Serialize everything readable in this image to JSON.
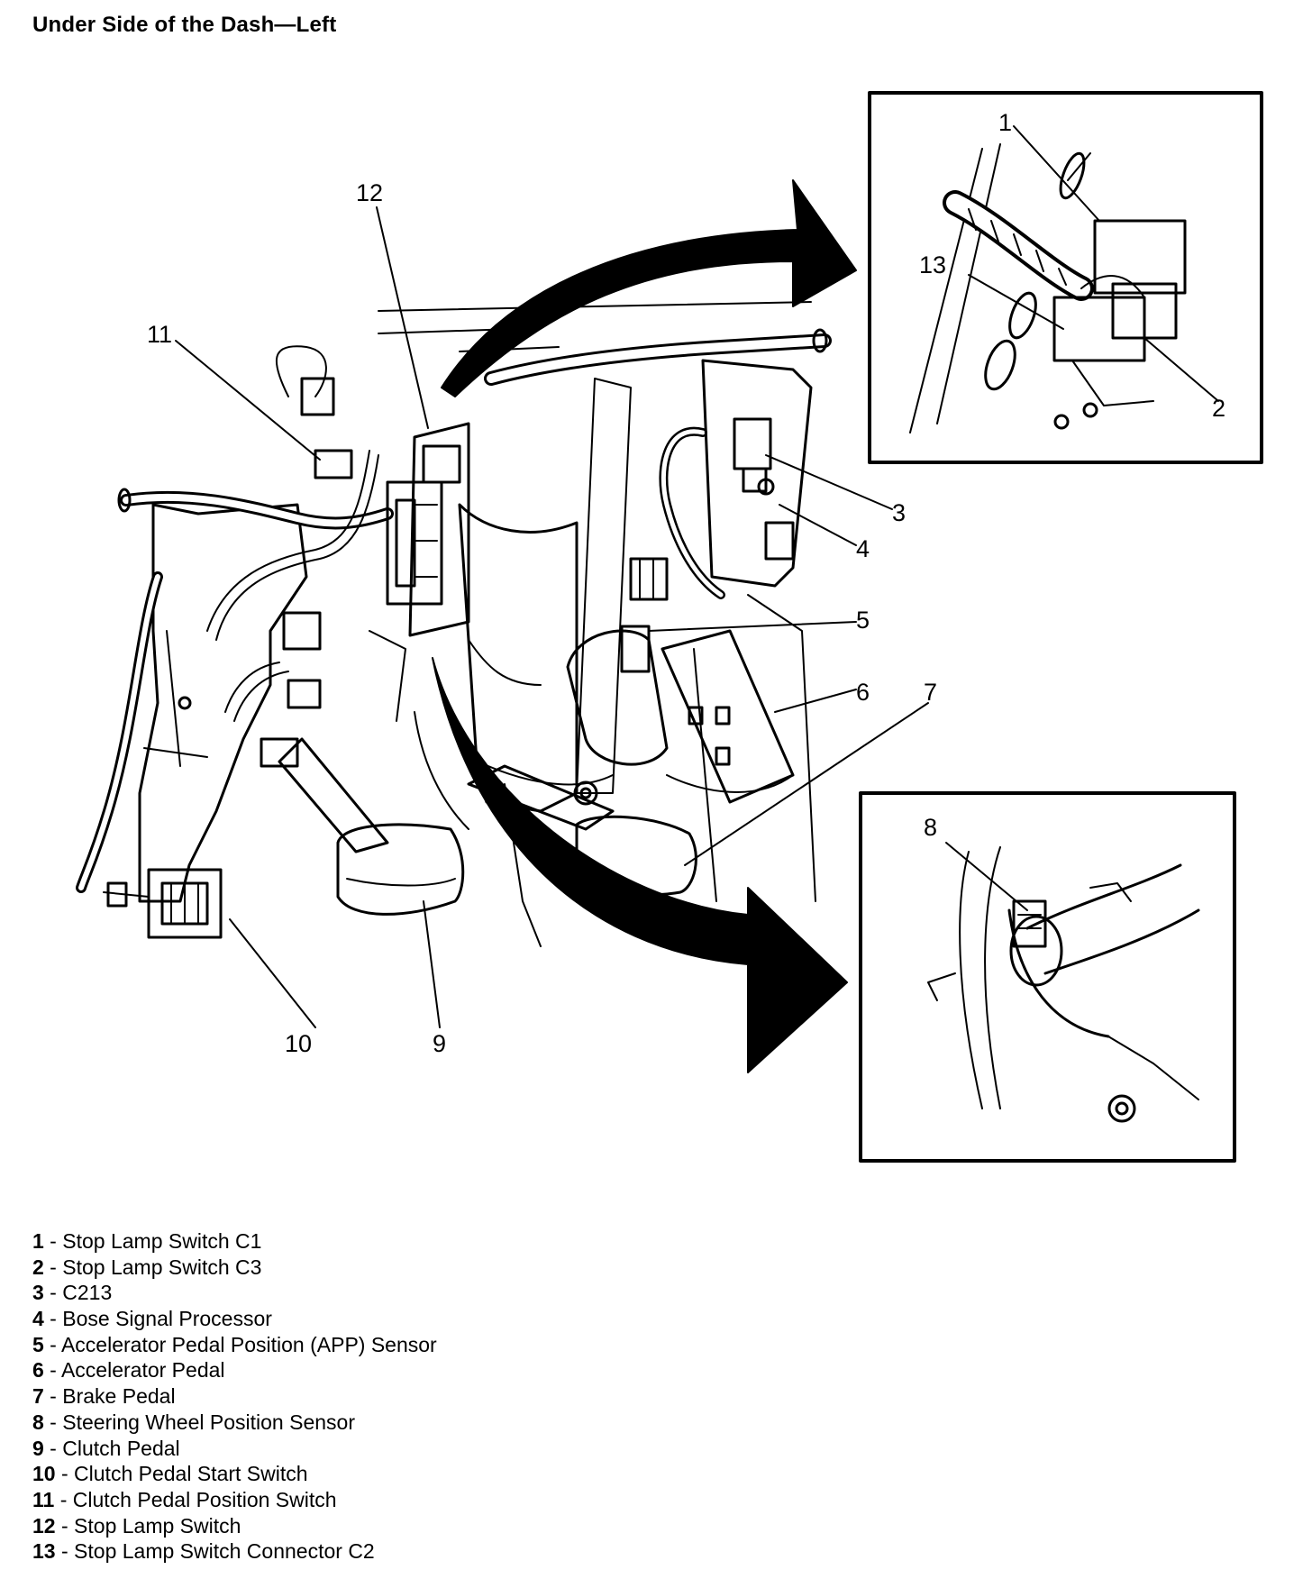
{
  "title": "Under Side of the Dash—Left",
  "callouts": [
    "1",
    "2",
    "3",
    "4",
    "5",
    "6",
    "7",
    "8",
    "9",
    "10",
    "11",
    "12",
    "13"
  ],
  "legend": [
    {
      "num": "1",
      "label": "Stop Lamp Switch C1"
    },
    {
      "num": "2",
      "label": "Stop Lamp Switch C3"
    },
    {
      "num": "3",
      "label": "C213"
    },
    {
      "num": "4",
      "label": "Bose Signal Processor"
    },
    {
      "num": "5",
      "label": "Accelerator Pedal Position (APP) Sensor"
    },
    {
      "num": "6",
      "label": "Accelerator Pedal"
    },
    {
      "num": "7",
      "label": "Brake Pedal"
    },
    {
      "num": "8",
      "label": "Steering Wheel Position Sensor"
    },
    {
      "num": "9",
      "label": "Clutch Pedal"
    },
    {
      "num": "10",
      "label": "Clutch Pedal Start Switch"
    },
    {
      "num": "11",
      "label": "Clutch Pedal Position Switch"
    },
    {
      "num": "12",
      "label": "Stop Lamp Switch"
    },
    {
      "num": "13",
      "label": "Stop Lamp Switch Connector C2"
    }
  ]
}
